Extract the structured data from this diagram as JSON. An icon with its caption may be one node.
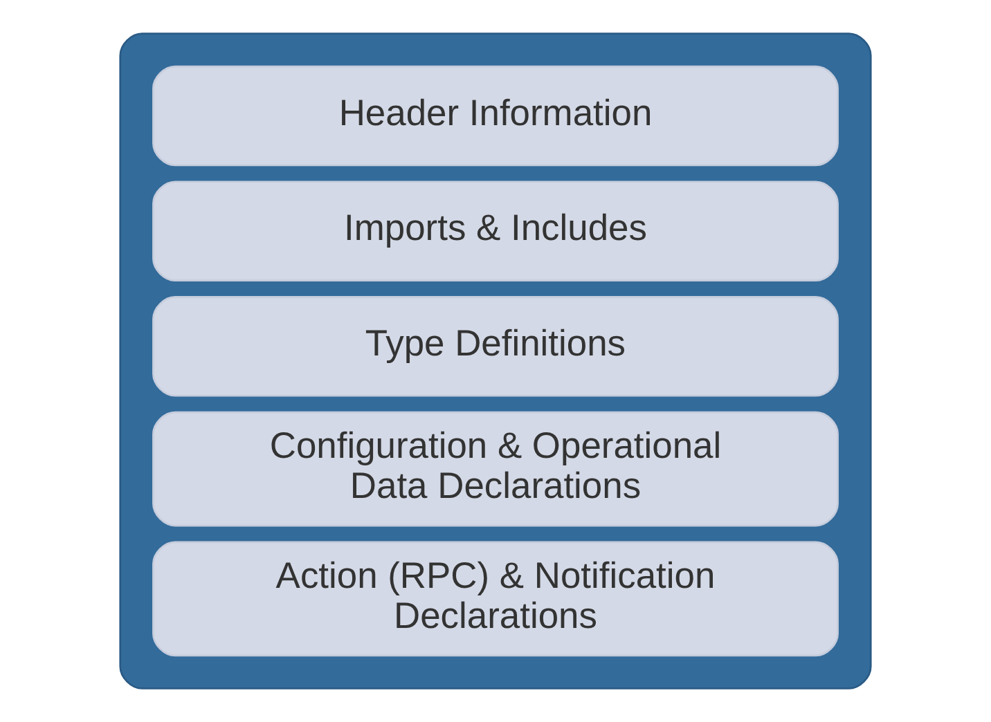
{
  "diagram": {
    "nodes": [
      {
        "text": [],
        "shape": "box"
      },
      {
        "text": [
          "Header Information"
        ],
        "in": 0
      },
      {
        "text": [
          "Imports & Includes"
        ],
        "in": 0
      },
      {
        "text": [
          "Type Definitions"
        ],
        "in": 0
      },
      {
        "text": [
          "Configuration & Operational Data Declarations"
        ],
        "in": 0
      },
      {
        "text": [
          "Action (RPC) & Notification Declarations"
        ],
        "in": 0
      }
    ]
  }
}
